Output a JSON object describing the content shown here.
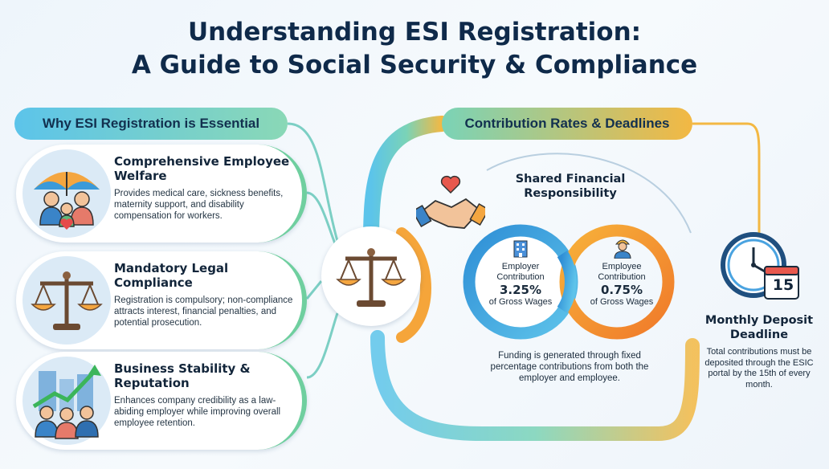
{
  "title": {
    "line1": "Understanding ESI Registration:",
    "line2": "A Guide to Social Security & Compliance"
  },
  "left_section": {
    "heading": "Why ESI Registration is Essential",
    "cards": [
      {
        "title": "Comprehensive Employee Welfare",
        "description": "Provides medical care, sickness benefits, maternity support, and disability compensation for workers.",
        "icon": "family-umbrella-icon"
      },
      {
        "title": "Mandatory Legal Compliance",
        "description": "Registration is compulsory; non-compliance attracts interest, financial penalties, and potential prosecution.",
        "icon": "scales-icon"
      },
      {
        "title": "Business Stability & Reputation",
        "description": "Enhances company credibility as a law-abiding employer while improving overall employee retention.",
        "icon": "growth-team-icon"
      }
    ]
  },
  "right_section": {
    "heading": "Contribution Rates & Deadlines",
    "shared_title": "Shared Financial Responsibility",
    "employer": {
      "label": "Employer Contribution",
      "rate": "3.25%",
      "basis": "of Gross Wages"
    },
    "employee": {
      "label": "Employee Contribution",
      "rate": "0.75%",
      "basis": "of Gross Wages"
    },
    "funding_note": "Funding is generated through fixed percentage contributions from both the employer and employee."
  },
  "deadline": {
    "title": "Monthly Deposit Deadline",
    "description": "Total contributions must be deposited through the ESIC portal by the 15th of every month.",
    "calendar_day": "15"
  },
  "colors": {
    "navy": "#0f2a4a",
    "teal": "#4fc3b0",
    "blue": "#3a9ad9",
    "orange": "#f59a34",
    "green": "#6fcf9f"
  }
}
